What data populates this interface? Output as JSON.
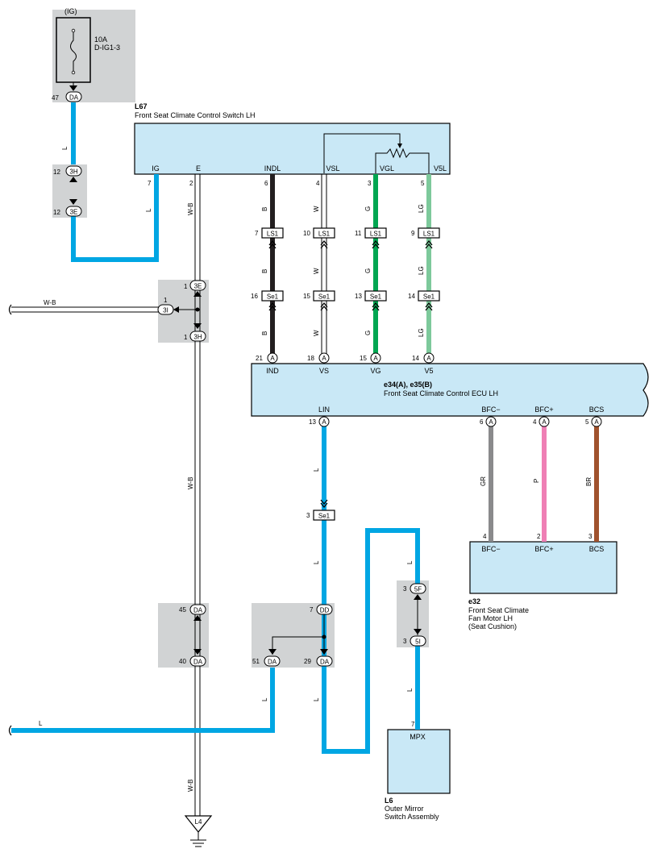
{
  "fuse": {
    "supply": "(IG)",
    "rating": "10A",
    "name": "D-IG1-3"
  },
  "wire_colors": {
    "L": "#00a6e3",
    "B": "#231f20",
    "W": "#ffffff",
    "G": "#00a651",
    "LG": "#7dc99b",
    "GR": "#8a8a8c",
    "P": "#ef7fb5",
    "BR": "#a0522d",
    "W-B": "#ffffff"
  },
  "components": {
    "switch": {
      "code": "L67",
      "name": "Front Seat Climate Control Switch LH",
      "terminals": [
        "IG",
        "E",
        "INDL",
        "VSL",
        "VGL",
        "V5L"
      ]
    },
    "ecu": {
      "code": "e34(A), e35(B)",
      "name": "Front Seat Climate Control ECU LH",
      "terminals_top": [
        "IND",
        "VS",
        "VG",
        "V5"
      ],
      "terminals_bottom": [
        "LIN",
        "BFC−",
        "BFC+",
        "BCS"
      ]
    },
    "fan_motor": {
      "code": "e32",
      "name_lines": [
        "Front Seat Climate",
        "Fan Motor LH",
        "(Seat Cushion)"
      ],
      "terminals": [
        "BFC−",
        "BFC+",
        "BCS"
      ]
    },
    "mirror_switch": {
      "code": "L6",
      "name_lines": [
        "Outer Mirror",
        "Switch Assembly"
      ],
      "terminal": "MPX"
    },
    "ground": "L4"
  },
  "wire_labels": {
    "l": "L",
    "wb": "W-B",
    "b": "B",
    "w": "W",
    "g": "G",
    "lg": "LG",
    "gr": "GR",
    "p": "P",
    "br": "BR"
  },
  "connectors": {
    "DA": "DA",
    "3H": "3H",
    "3E": "3E",
    "3I": "3I",
    "LS1": "LS1",
    "Se1": "Se1",
    "A": "A",
    "DD": "DD",
    "5F": "5F",
    "5I": "5I"
  },
  "pins": {
    "p47": "47",
    "p12": "12",
    "p7": "7",
    "p2": "2",
    "p6": "6",
    "p4": "4",
    "p3": "3",
    "p5": "5",
    "p10": "10",
    "p11": "11",
    "p9": "9",
    "p1": "1",
    "p16": "16",
    "p15": "15",
    "p13": "13",
    "p14": "14",
    "p21": "21",
    "p18": "18",
    "p45": "45",
    "p40": "40",
    "p51": "51",
    "p29": "29"
  }
}
